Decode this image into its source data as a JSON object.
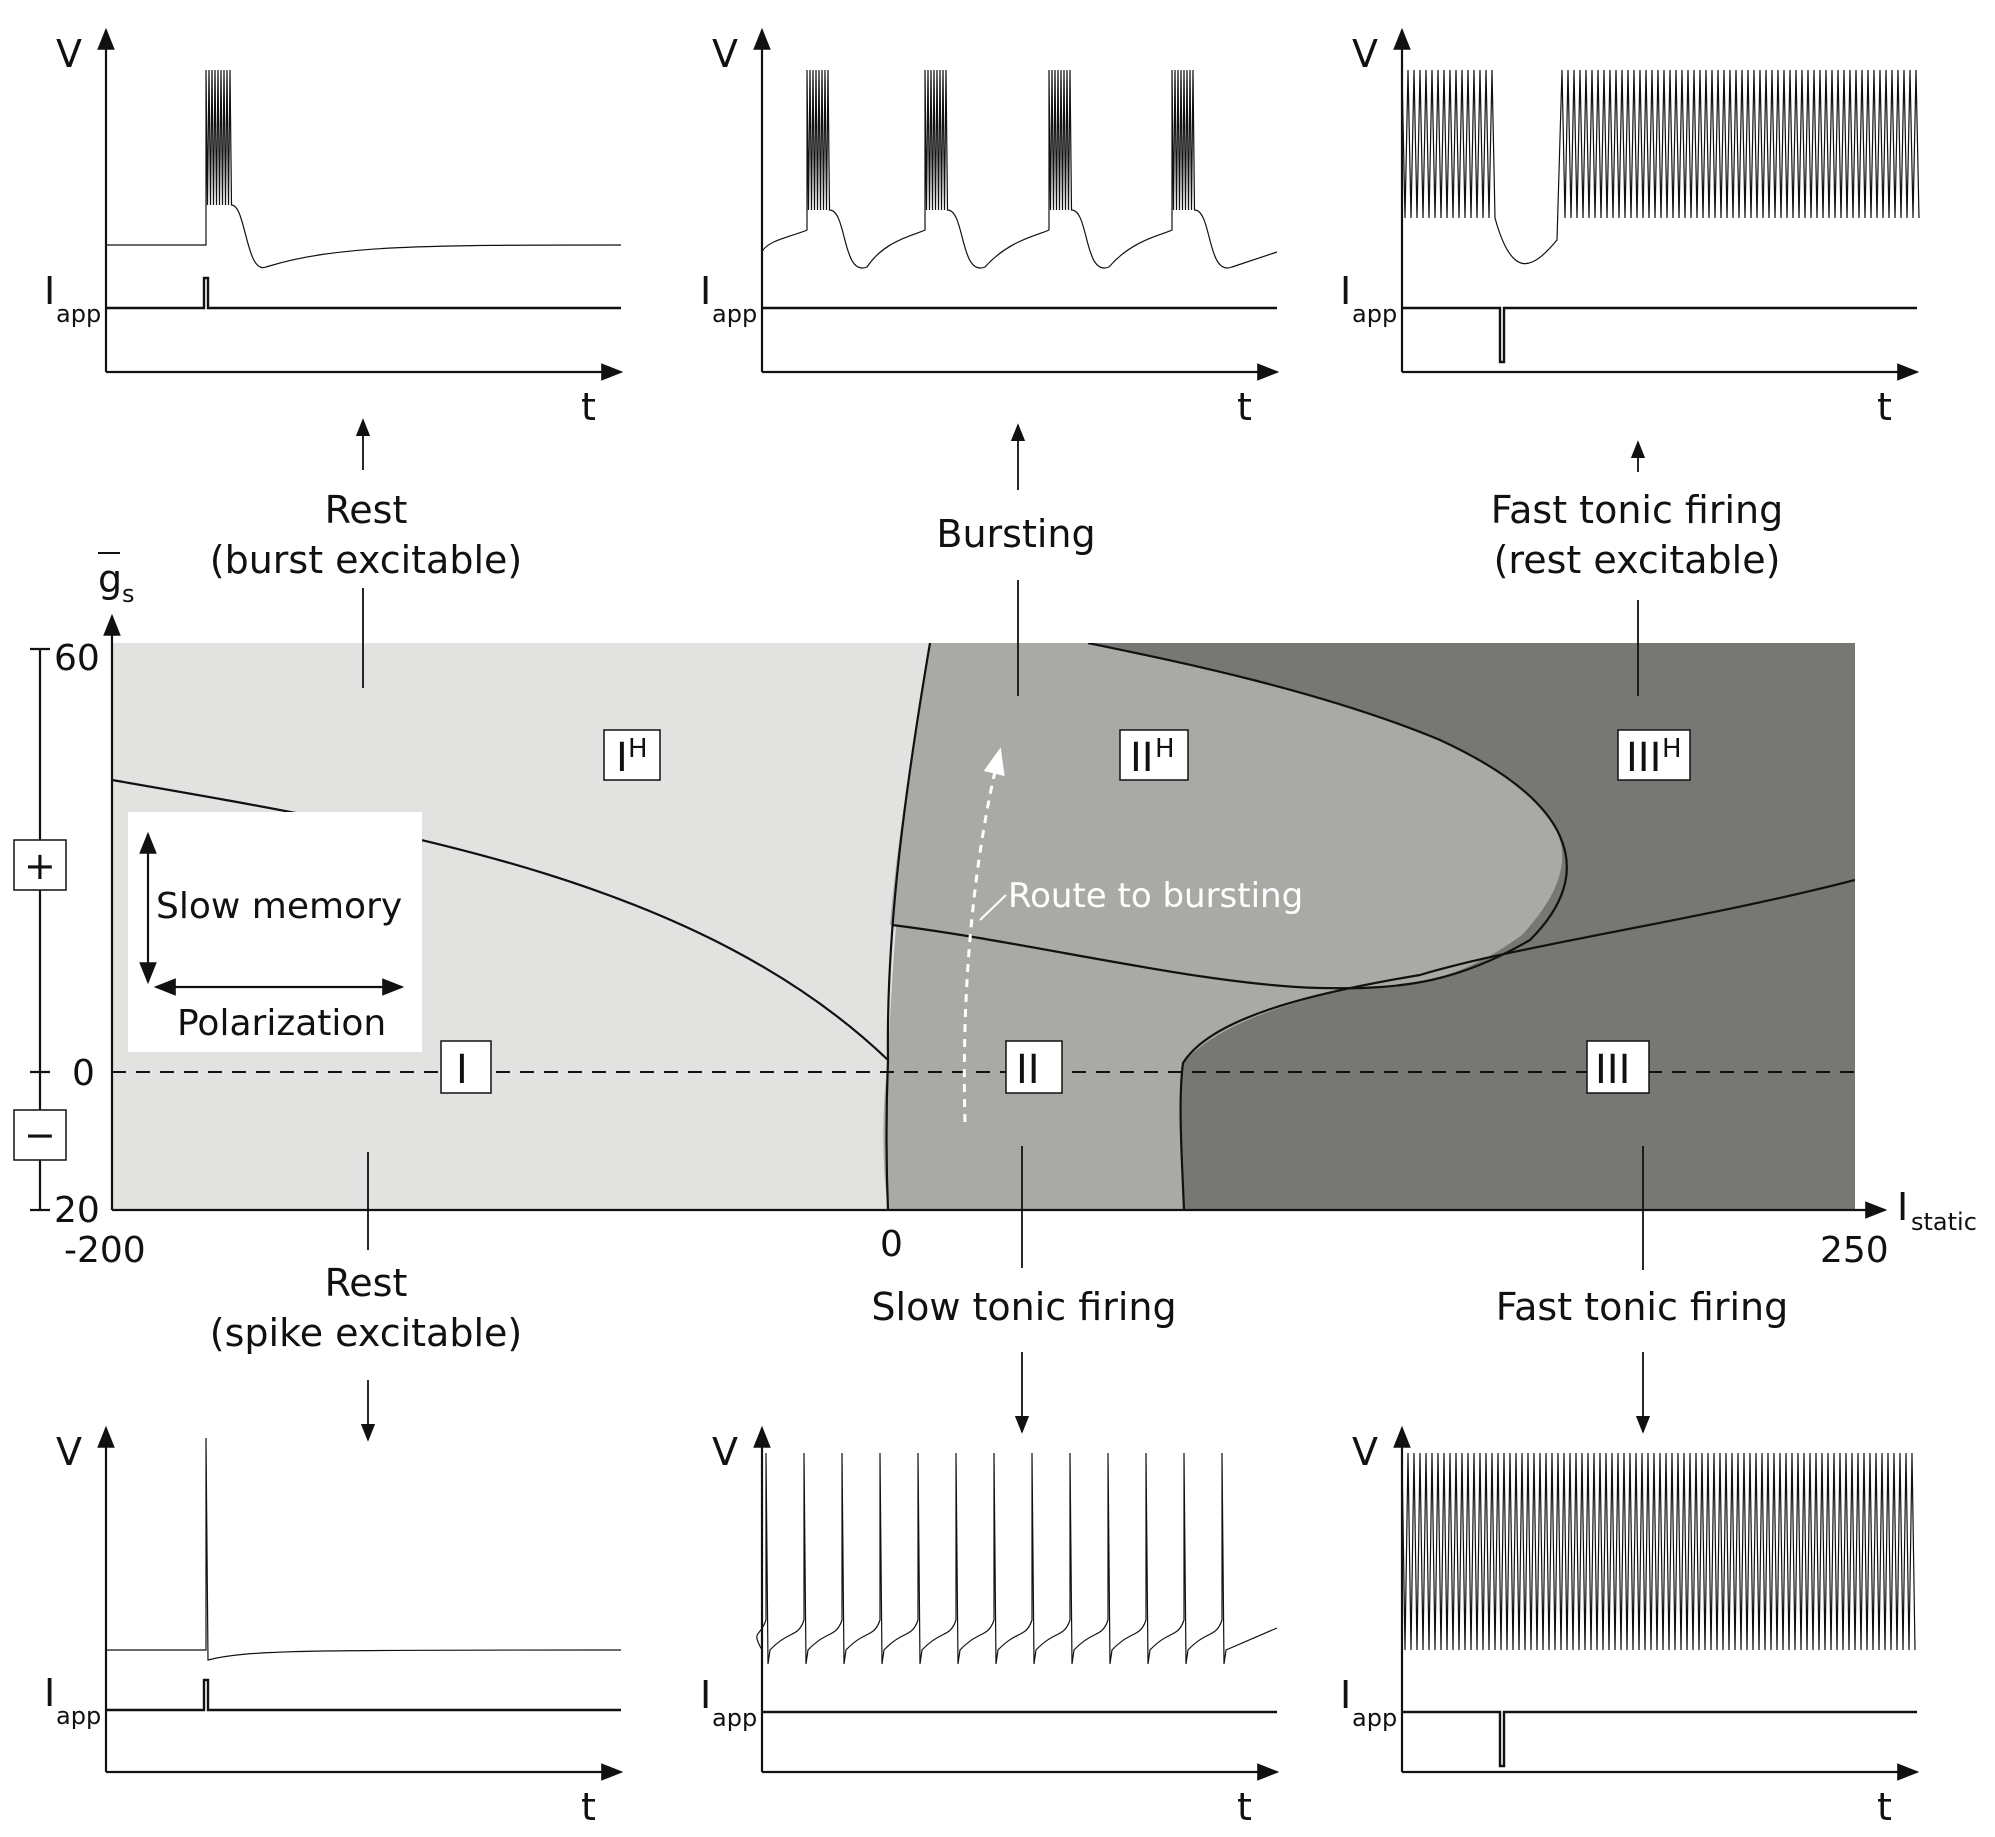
{
  "diagram": {
    "panels": [
      {
        "id": "rest-burst",
        "v_label": "V",
        "i_label": "I",
        "i_sub": "app",
        "t_label": "t"
      },
      {
        "id": "bursting",
        "v_label": "V",
        "i_label": "I",
        "i_sub": "app",
        "t_label": "t"
      },
      {
        "id": "fast-tonic-rest",
        "v_label": "V",
        "i_label": "I",
        "i_sub": "app",
        "t_label": "t"
      },
      {
        "id": "rest-spike",
        "v_label": "V",
        "i_label": "I",
        "i_sub": "app",
        "t_label": "t"
      },
      {
        "id": "slow-tonic",
        "v_label": "V",
        "i_label": "I",
        "i_sub": "app",
        "t_label": "t"
      },
      {
        "id": "fast-tonic",
        "v_label": "V",
        "i_label": "I",
        "i_sub": "app",
        "t_label": "t"
      }
    ],
    "labels": {
      "rest_burst_1": "Rest",
      "rest_burst_2": "(burst excitable)",
      "bursting": "Bursting",
      "fast_rest_1": "Fast tonic firing",
      "fast_rest_2": "(rest excitable)",
      "rest_spike_1": "Rest",
      "rest_spike_2": "(spike excitable)",
      "slow_tonic": "Slow tonic firing",
      "fast_tonic": "Fast tonic firing"
    },
    "map": {
      "y_axis_label": "g",
      "y_axis_sub": "s",
      "x_axis_label": "I",
      "x_axis_sub": "static",
      "y_ticks": {
        "top": "60",
        "mid": "0",
        "bottom": "20"
      },
      "x_ticks": {
        "left": "-200",
        "mid": "0",
        "right": "250"
      },
      "plus": "+",
      "minus": "−",
      "regions": {
        "r1h": "I",
        "r2h": "II",
        "r3h": "III",
        "r1": "I",
        "r2": "II",
        "r3": "III",
        "h": "H"
      },
      "route": "Route to bursting",
      "legend": {
        "memory": "Slow memory",
        "polarization": "Polarization"
      }
    },
    "colors": {
      "region_light": "#e2e2e0",
      "region_mid": "#a9aaa6",
      "region_dark": "#777874"
    }
  }
}
